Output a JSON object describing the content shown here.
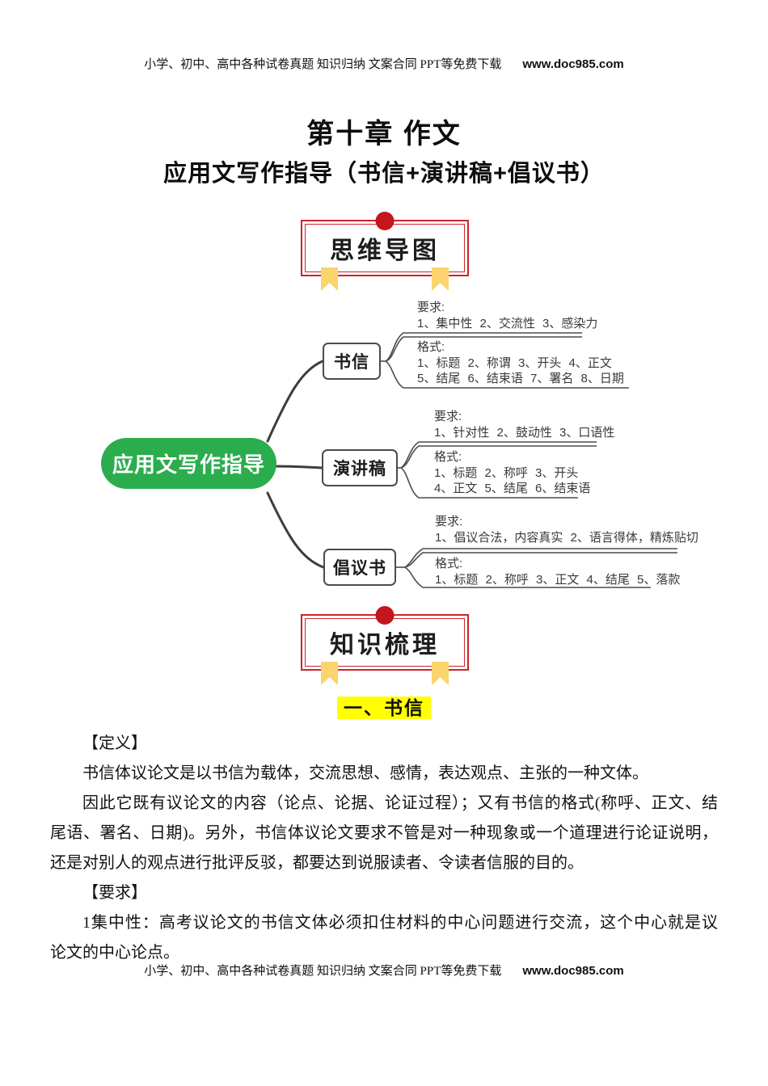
{
  "header": {
    "text": "小学、初中、高中各种试卷真题 知识归纳 文案合同 PPT等免费下载",
    "site": "www.doc985.com"
  },
  "footer": {
    "text": "小学、初中、高中各种试卷真题 知识归纳 文案合同 PPT等免费下载",
    "site": "www.doc985.com"
  },
  "title": "第十章 作文",
  "subtitle": "应用文写作指导（书信+演讲稿+倡议书）",
  "banners": {
    "mindmap": "思维导图",
    "knowledge": "知识梳理"
  },
  "mindmap": {
    "center": "应用文写作指导",
    "branches": [
      {
        "label": "书信",
        "req_title": "要求:",
        "req_lines": [
          "1、集中性 2、交流性 3、感染力"
        ],
        "fmt_title": "格式:",
        "fmt_lines": [
          "1、标题 2、称谓 3、开头 4、正文",
          "5、结尾 6、结束语 7、署名 8、日期"
        ]
      },
      {
        "label": "演讲稿",
        "req_title": "要求:",
        "req_lines": [
          "1、针对性 2、鼓动性 3、口语性"
        ],
        "fmt_title": "格式:",
        "fmt_lines": [
          "1、标题 2、称呼 3、开头",
          "4、正文 5、结尾 6、结束语"
        ]
      },
      {
        "label": "倡议书",
        "req_title": "要求:",
        "req_lines": [
          "1、倡议合法，内容真实 2、语言得体，精炼贴切"
        ],
        "fmt_title": "格式:",
        "fmt_lines": [
          "1、标题 2、称呼 3、正文 4、结尾 5、落款"
        ]
      }
    ]
  },
  "section_heading": "一、书信",
  "body": {
    "definition_label": "【定义】",
    "def_line1": "书信体议论文是以书信为载体，交流思想、感情，表达观点、主张的一种文体。",
    "def_line2": "因此它既有议论文的内容（论点、论据、论证过程）；又有书信的格式(称呼、正文、结",
    "def_line3": "尾语、署名、日期)。另外，书信体议论文要求不管是对一种现象或一个道理进行论证说明，",
    "def_line4": "还是对别人的观点进行批评反驳，都要达到说服读者、令读者信服的目的。",
    "requirement_label": "【要求】",
    "req_line1": "1集中性：高考议论文的书信文体必须扣住材料的中心问题进行交流，这个中心就是议",
    "req_line2": "论文的中心论点。"
  },
  "colors": {
    "accent_red": "#c9252b",
    "dot_red": "#c4161c",
    "ribbon_yellow": "#fbd46e",
    "center_green": "#2bad4e",
    "highlight_yellow": "#ffff00"
  }
}
